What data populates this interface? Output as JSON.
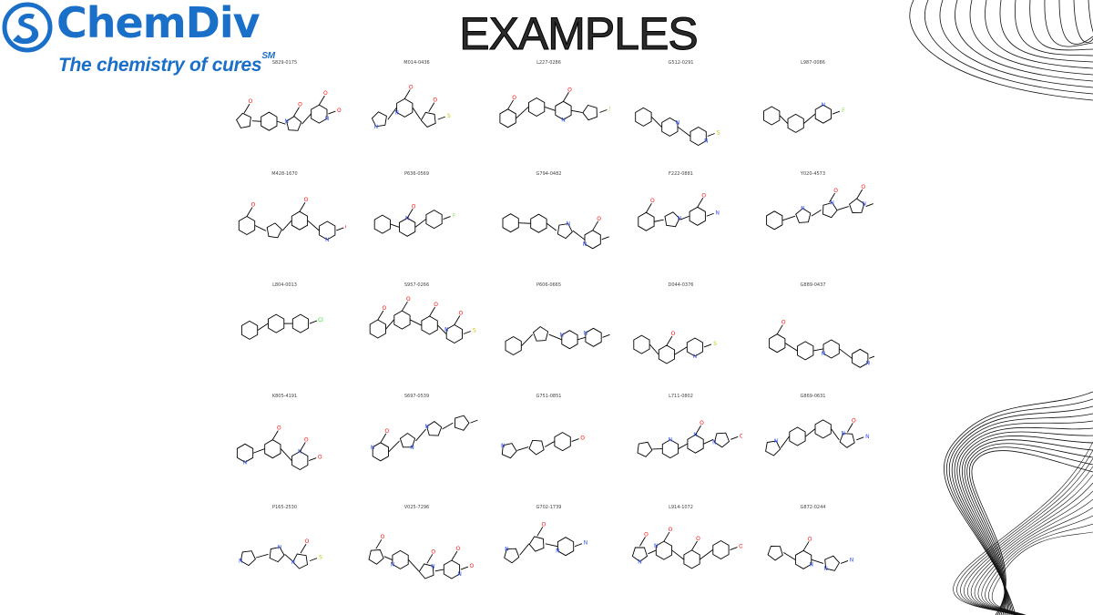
{
  "brand": {
    "name": "ChemDiv",
    "tagline": "The chemistry of cures",
    "tagline_mark": "SM",
    "color": "#1a6fc9"
  },
  "title": "EXAMPLES",
  "atom_colors": {
    "C": "#000000",
    "N": "#3050f8",
    "O": "#ff0d0d",
    "S": "#c8c800",
    "Cl": "#1ff01f",
    "F": "#90e050"
  },
  "compounds": [
    {
      "id": "S829-0175",
      "row": 1,
      "col": 1
    },
    {
      "id": "M014-0436",
      "row": 1,
      "col": 2
    },
    {
      "id": "L227-0286",
      "row": 1,
      "col": 3
    },
    {
      "id": "G512-0291",
      "row": 1,
      "col": 4
    },
    {
      "id": "L987-0086",
      "row": 1,
      "col": 5
    },
    {
      "id": "M428-1670",
      "row": 2,
      "col": 1
    },
    {
      "id": "P636-0569",
      "row": 2,
      "col": 2
    },
    {
      "id": "G794-0482",
      "row": 2,
      "col": 3
    },
    {
      "id": "F222-0881",
      "row": 2,
      "col": 4
    },
    {
      "id": "Y020-4573",
      "row": 2,
      "col": 5
    },
    {
      "id": "L804-0013",
      "row": 3,
      "col": 1
    },
    {
      "id": "S957-0266",
      "row": 3,
      "col": 2
    },
    {
      "id": "P606-0665",
      "row": 3,
      "col": 3
    },
    {
      "id": "D044-0376",
      "row": 3,
      "col": 4
    },
    {
      "id": "G889-0437",
      "row": 3,
      "col": 5
    },
    {
      "id": "K805-4191",
      "row": 4,
      "col": 1
    },
    {
      "id": "S697-0539",
      "row": 4,
      "col": 2
    },
    {
      "id": "G751-0851",
      "row": 4,
      "col": 3
    },
    {
      "id": "L711-0802",
      "row": 4,
      "col": 4
    },
    {
      "id": "G869-0631",
      "row": 4,
      "col": 5
    },
    {
      "id": "P165-2530",
      "row": 5,
      "col": 1
    },
    {
      "id": "V025-7296",
      "row": 5,
      "col": 2
    },
    {
      "id": "G702-1739",
      "row": 5,
      "col": 3
    },
    {
      "id": "L914-1072",
      "row": 5,
      "col": 4
    },
    {
      "id": "G872-0244",
      "row": 5,
      "col": 5
    }
  ]
}
